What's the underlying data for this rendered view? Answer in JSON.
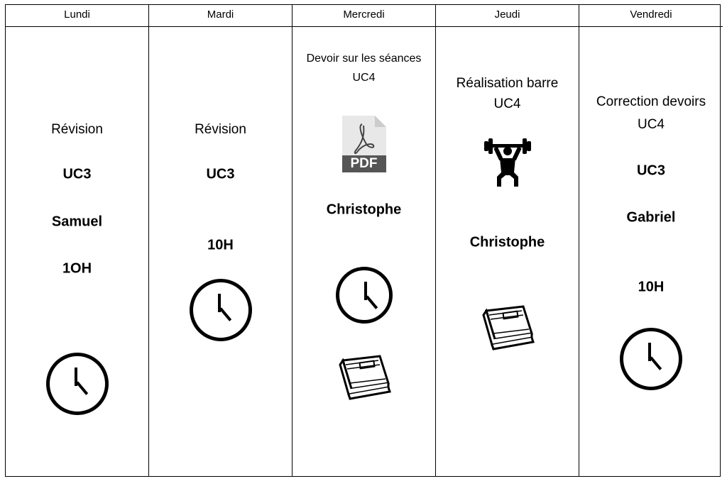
{
  "days": [
    {
      "name": "Lundi",
      "lines": [
        "Révision",
        "UC3",
        "Samuel",
        "1OH"
      ]
    },
    {
      "name": "Mardi",
      "lines": [
        "Révision",
        "UC3",
        "10H"
      ]
    },
    {
      "name": "Mercredi",
      "lines": [
        "Devoir sur les séances",
        "UC4",
        "Christophe"
      ],
      "pdf_label": "PDF"
    },
    {
      "name": "Jeudi",
      "lines": [
        "Réalisation barre",
        "UC4",
        "Christophe"
      ]
    },
    {
      "name": "Vendredi",
      "lines": [
        "Correction devoirs",
        "UC4",
        "UC3",
        "Gabriel",
        "10H"
      ]
    }
  ],
  "icons": [
    "clock-icon",
    "pdf-file-icon",
    "book-icon",
    "weightlifter-icon"
  ]
}
